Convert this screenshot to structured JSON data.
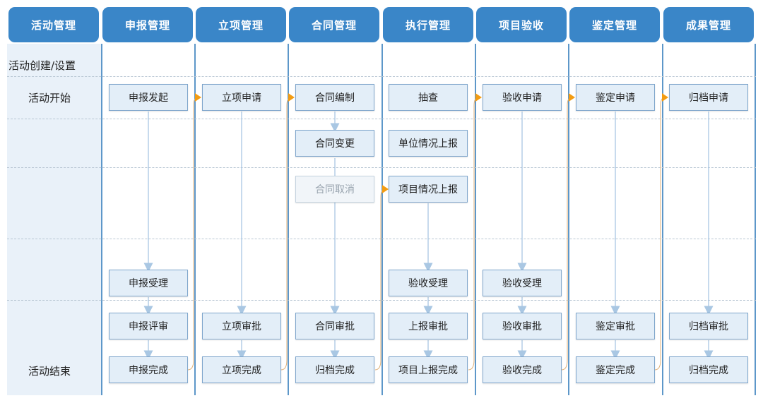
{
  "colors": {
    "header": "#3a86c8",
    "label_column_bg": "#e9f1f9",
    "box_fill": "#e3eef8",
    "box_border": "#7fa6cc",
    "arrow_blue": "#a9c7e3",
    "arrow_orange": "#f39c12",
    "connector_tan": "#e0b27a"
  },
  "headers": [
    "活动管理",
    "申报管理",
    "立项管理",
    "合同管理",
    "执行管理",
    "项目验收",
    "鉴定管理",
    "成果管理"
  ],
  "row_labels": {
    "create": "活动创建/设置",
    "start": "活动开始",
    "end": "活动结束"
  },
  "boxes": {
    "r1": [
      "申报发起",
      "立项申请",
      "合同编制",
      "抽查",
      "验收申请",
      "鉴定申请",
      "归档申请"
    ],
    "contract_change": "合同变更",
    "unit_report": "单位情况上报",
    "contract_cancel": "合同取消",
    "project_report": "项目情况上报",
    "r5": [
      "申报受理",
      "验收受理",
      "验收受理"
    ],
    "r6": [
      "申报评审",
      "立项审批",
      "合同审批",
      "上报审批",
      "验收审批",
      "鉴定审批",
      "归档审批"
    ],
    "r7": [
      "申报完成",
      "立项完成",
      "归档完成",
      "项目上报完成",
      "验收完成",
      "鉴定完成",
      "归档完成"
    ]
  }
}
